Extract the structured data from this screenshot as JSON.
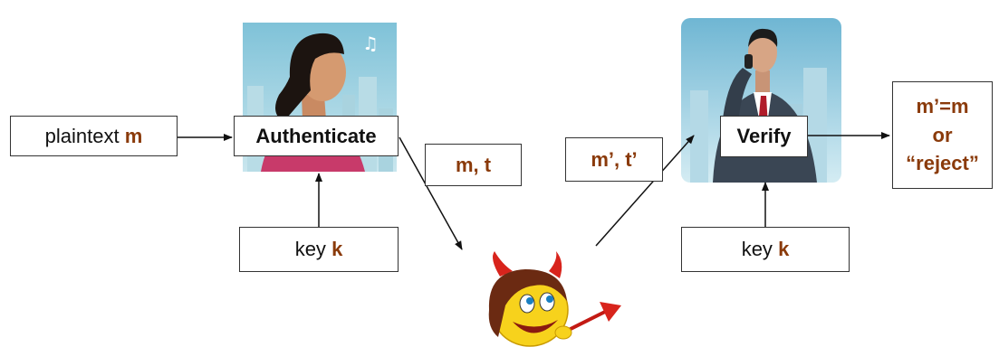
{
  "plaintext_box": {
    "label": "plaintext",
    "var": "m"
  },
  "authenticate_box": {
    "label": "Authenticate"
  },
  "key_left": {
    "label": "key",
    "var": "k"
  },
  "tag_sent": {
    "label": "m, t"
  },
  "tag_received": {
    "label": "m’, t’"
  },
  "verify_box": {
    "label": "Verify"
  },
  "key_right": {
    "label": "key",
    "var": "k"
  },
  "output_box": {
    "line1": "m’=m",
    "line2": "or",
    "line3": "“reject”"
  },
  "colors": {
    "accent": "#8a3a0a",
    "box_border": "#333333"
  },
  "icons": [
    "woman-illustration",
    "businessman-illustration",
    "devil-smiley-icon"
  ]
}
